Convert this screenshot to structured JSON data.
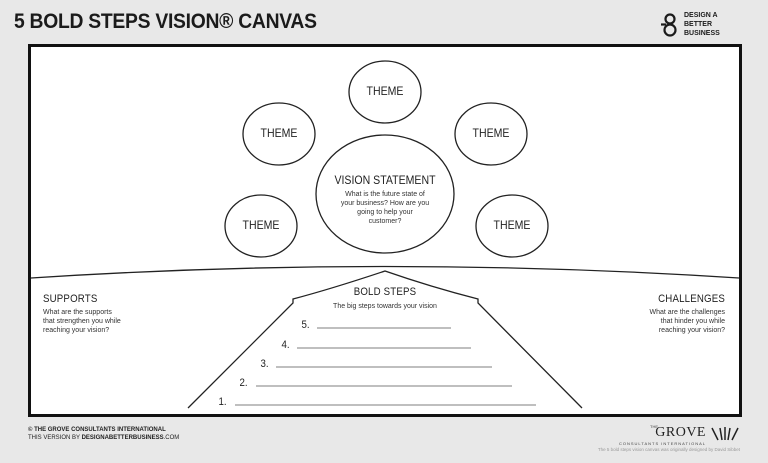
{
  "header": {
    "title": "5 BOLD STEPS VISION® CANVAS",
    "brand_lines": [
      "DESIGN A",
      "BETTER",
      "BUSINESS"
    ]
  },
  "themes": [
    {
      "label": "THEME"
    },
    {
      "label": "THEME"
    },
    {
      "label": "THEME"
    },
    {
      "label": "THEME"
    },
    {
      "label": "THEME"
    }
  ],
  "vision": {
    "title": "VISION STATEMENT",
    "lines": [
      "What is the future state of",
      "your business? How are you",
      "going to help your",
      "customer?"
    ]
  },
  "supports": {
    "title": "SUPPORTS",
    "lines": [
      "What are the supports",
      "that strengthen you while",
      "reaching your vision?"
    ]
  },
  "challenges": {
    "title": "CHALLENGES",
    "lines": [
      "What are the challenges",
      "that hinder you while",
      "reaching your vision?"
    ]
  },
  "bold_steps": {
    "title": "BOLD STEPS",
    "subtitle": "The big steps towards your vision",
    "numbers": [
      "5.",
      "4.",
      "3.",
      "2.",
      "1."
    ]
  },
  "footer": {
    "copyright": "© THE GROVE CONSULTANTS INTERNATIONAL",
    "version_prefix": "THIS VERSION BY ",
    "version_site": "DESIGNABETTERBUSINESS",
    "version_suffix": ".COM",
    "grove_word": "GROVE",
    "grove_the": "THE",
    "grove_sub": "CONSULTANTS INTERNATIONAL",
    "note": "The 5 bold steps vision canvas was originally designed by David Sibbet"
  },
  "colors": {
    "background": "#e8e8e8",
    "canvas": "#ffffff",
    "ink": "#111111"
  }
}
